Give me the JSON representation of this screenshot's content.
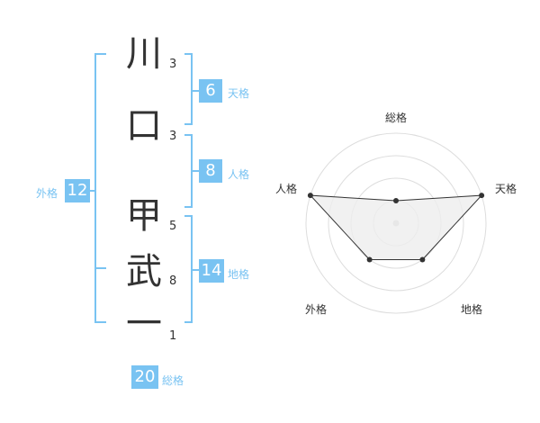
{
  "name_chars": [
    {
      "char": "川",
      "strokes": "3"
    },
    {
      "char": "口",
      "strokes": "3"
    },
    {
      "char": "甲",
      "strokes": "5"
    },
    {
      "char": "武",
      "strokes": "8"
    },
    {
      "char": "一",
      "strokes": "1"
    }
  ],
  "fortunes": {
    "tenkaku": {
      "value": "6",
      "label": "天格"
    },
    "jinkaku": {
      "value": "8",
      "label": "人格"
    },
    "chikaku": {
      "value": "14",
      "label": "地格"
    },
    "gaikaku": {
      "value": "12",
      "label": "外格"
    },
    "soukaku": {
      "value": "20",
      "label": "総格"
    }
  },
  "radar": {
    "axes": [
      "総格",
      "天格",
      "地格",
      "外格",
      "人格"
    ],
    "levels": 4,
    "max": 4,
    "values": [
      1,
      4,
      2,
      2,
      4
    ],
    "line_color": "#333333",
    "fill_color": "#eeeeee",
    "ring_color": "#dddddd",
    "center_color": "#cccccc"
  },
  "colors": {
    "accent": "#79c3f2",
    "text": "#333333"
  }
}
